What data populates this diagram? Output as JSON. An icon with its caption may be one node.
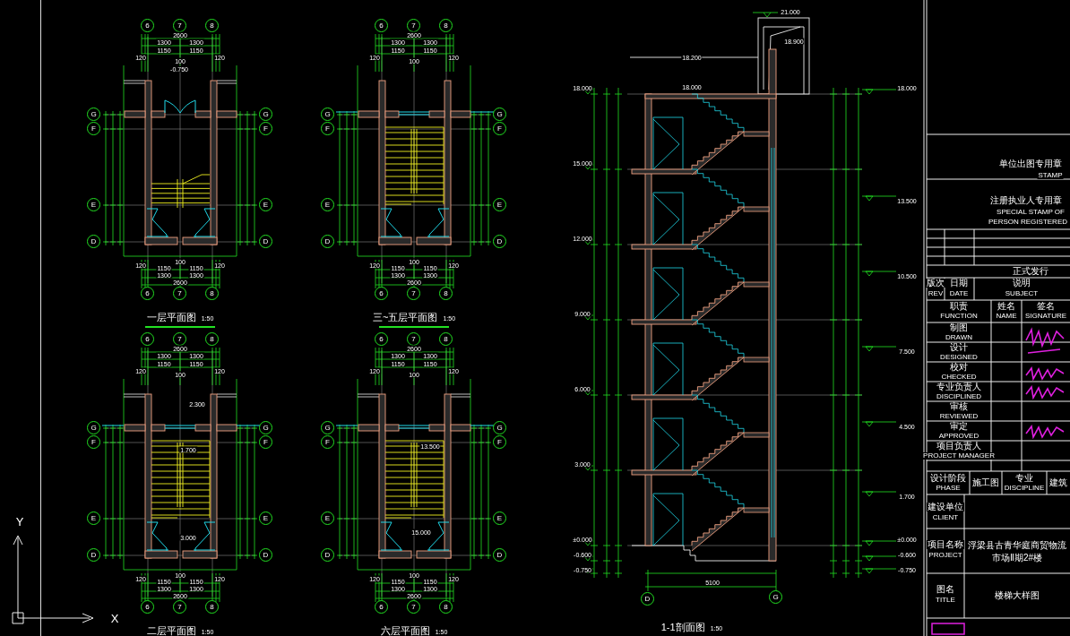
{
  "diagram": {
    "nodes": [
      {
        "text": [
          "6"
        ]
      },
      {
        "text": [
          "7"
        ]
      },
      {
        "text": [
          "8"
        ]
      },
      {
        "text": [
          "G"
        ]
      },
      {
        "text": [
          "F"
        ]
      },
      {
        "text": [
          "E"
        ]
      },
      {
        "text": [
          "D"
        ]
      },
      {
        "text": [
          "G"
        ]
      },
      {
        "text": [
          "F"
        ]
      },
      {
        "text": [
          "E"
        ]
      },
      {
        "text": [
          "D"
        ]
      },
      {
        "text": [
          "6"
        ]
      },
      {
        "text": [
          "7"
        ]
      },
      {
        "text": [
          "8"
        ]
      },
      {
        "text": [
          "6"
        ]
      },
      {
        "text": [
          "7"
        ]
      },
      {
        "text": [
          "8"
        ]
      },
      {
        "text": [
          "G"
        ]
      },
      {
        "text": [
          "F"
        ]
      },
      {
        "text": [
          "E"
        ]
      },
      {
        "text": [
          "D"
        ]
      },
      {
        "text": [
          "G"
        ]
      },
      {
        "text": [
          "F"
        ]
      },
      {
        "text": [
          "E"
        ]
      },
      {
        "text": [
          "D"
        ]
      },
      {
        "text": [
          "6"
        ]
      },
      {
        "text": [
          "7"
        ]
      },
      {
        "text": [
          "8"
        ]
      },
      {
        "text": [
          "6"
        ]
      },
      {
        "text": [
          "7"
        ]
      },
      {
        "text": [
          "8"
        ]
      },
      {
        "text": [
          "G"
        ]
      },
      {
        "text": [
          "F"
        ]
      },
      {
        "text": [
          "E"
        ]
      },
      {
        "text": [
          "D"
        ]
      },
      {
        "text": [
          "G"
        ]
      },
      {
        "text": [
          "F"
        ]
      },
      {
        "text": [
          "E"
        ]
      },
      {
        "text": [
          "D"
        ]
      },
      {
        "text": [
          "6"
        ]
      },
      {
        "text": [
          "7"
        ]
      },
      {
        "text": [
          "8"
        ]
      },
      {
        "text": [
          "6"
        ]
      },
      {
        "text": [
          "7"
        ]
      },
      {
        "text": [
          "8"
        ]
      },
      {
        "text": [
          "G"
        ]
      },
      {
        "text": [
          "F"
        ]
      },
      {
        "text": [
          "E"
        ]
      },
      {
        "text": [
          "D"
        ]
      },
      {
        "text": [
          "G"
        ]
      },
      {
        "text": [
          "F"
        ]
      },
      {
        "text": [
          "E"
        ]
      },
      {
        "text": [
          "D"
        ]
      },
      {
        "text": [
          "6"
        ]
      },
      {
        "text": [
          "7"
        ]
      },
      {
        "text": [
          "8"
        ]
      },
      {
        "text": [
          "D"
        ]
      },
      {
        "text": [
          "G"
        ]
      }
    ],
    "labels": [
      "2600",
      "1300",
      "1300",
      "1150",
      "1150",
      "120",
      "100",
      "120",
      "120",
      "100",
      "1150",
      "1150",
      "120",
      "1300",
      "1300",
      "2600",
      "一层平面图",
      "1:50",
      "2600",
      "1300",
      "1300",
      "1150",
      "1150",
      "120",
      "100",
      "120",
      "120",
      "100",
      "1150",
      "1150",
      "120",
      "1300",
      "1300",
      "2600",
      "三~五层平面图",
      "1:50",
      "2600",
      "1300",
      "1300",
      "1150",
      "1150",
      "120",
      "100",
      "120",
      "120",
      "100",
      "1150",
      "1150",
      "120",
      "1300",
      "1300",
      "2600",
      "二层平面图",
      "1:50",
      "2600",
      "1300",
      "1300",
      "1150",
      "1150",
      "120",
      "100",
      "120",
      "120",
      "100",
      "1150",
      "1150",
      "120",
      "1300",
      "1300",
      "2600",
      "六层平面图",
      "1:50",
      "-0.750",
      "2.300",
      "1.700",
      "3.000",
      "13.500",
      "15.000",
      "21.000",
      "18.900",
      "18.200",
      "18.000",
      "15.000",
      "12.000",
      "9.000",
      "6.000",
      "3.000",
      "±0.000",
      "-0.600",
      "-0.750",
      "18.000",
      "18.000",
      "13.500",
      "10.500",
      "7.500",
      "4.500",
      "1.700",
      "±0.000",
      "-0.600",
      "-0.750",
      "5100",
      "1-1剖面图",
      "1:50",
      "Y",
      "X",
      "单位出图专用章",
      "STAMP",
      "注册执业人专用章",
      "SPECIAL STAMP OF",
      "PERSON REGISTERED",
      "正式发行",
      "版次",
      "REV",
      "日期",
      "DATE",
      "说明",
      "SUBJECT",
      "职责",
      "FUNCTION",
      "姓名",
      "NAME",
      "签名",
      "SIGNATURE",
      "制图",
      "DRAWN",
      "设计",
      "DESIGNED",
      "校对",
      "CHECKED",
      "专业负责人",
      "DISCIPLINED",
      "审核",
      "REVIEWED",
      "审定",
      "APPROVED",
      "项目负责人",
      "PROJECT MANAGER",
      "设计阶段",
      "PHASE",
      "施工图",
      "专业",
      "DISCIPLINE",
      "建筑",
      "建设单位",
      "CLIENT",
      "项目名称",
      "PROJECT",
      "浮梁县古青华庭商贸物流市场Ⅱ期2#楼",
      "图名",
      "TITLE",
      "楼梯大样图"
    ]
  }
}
